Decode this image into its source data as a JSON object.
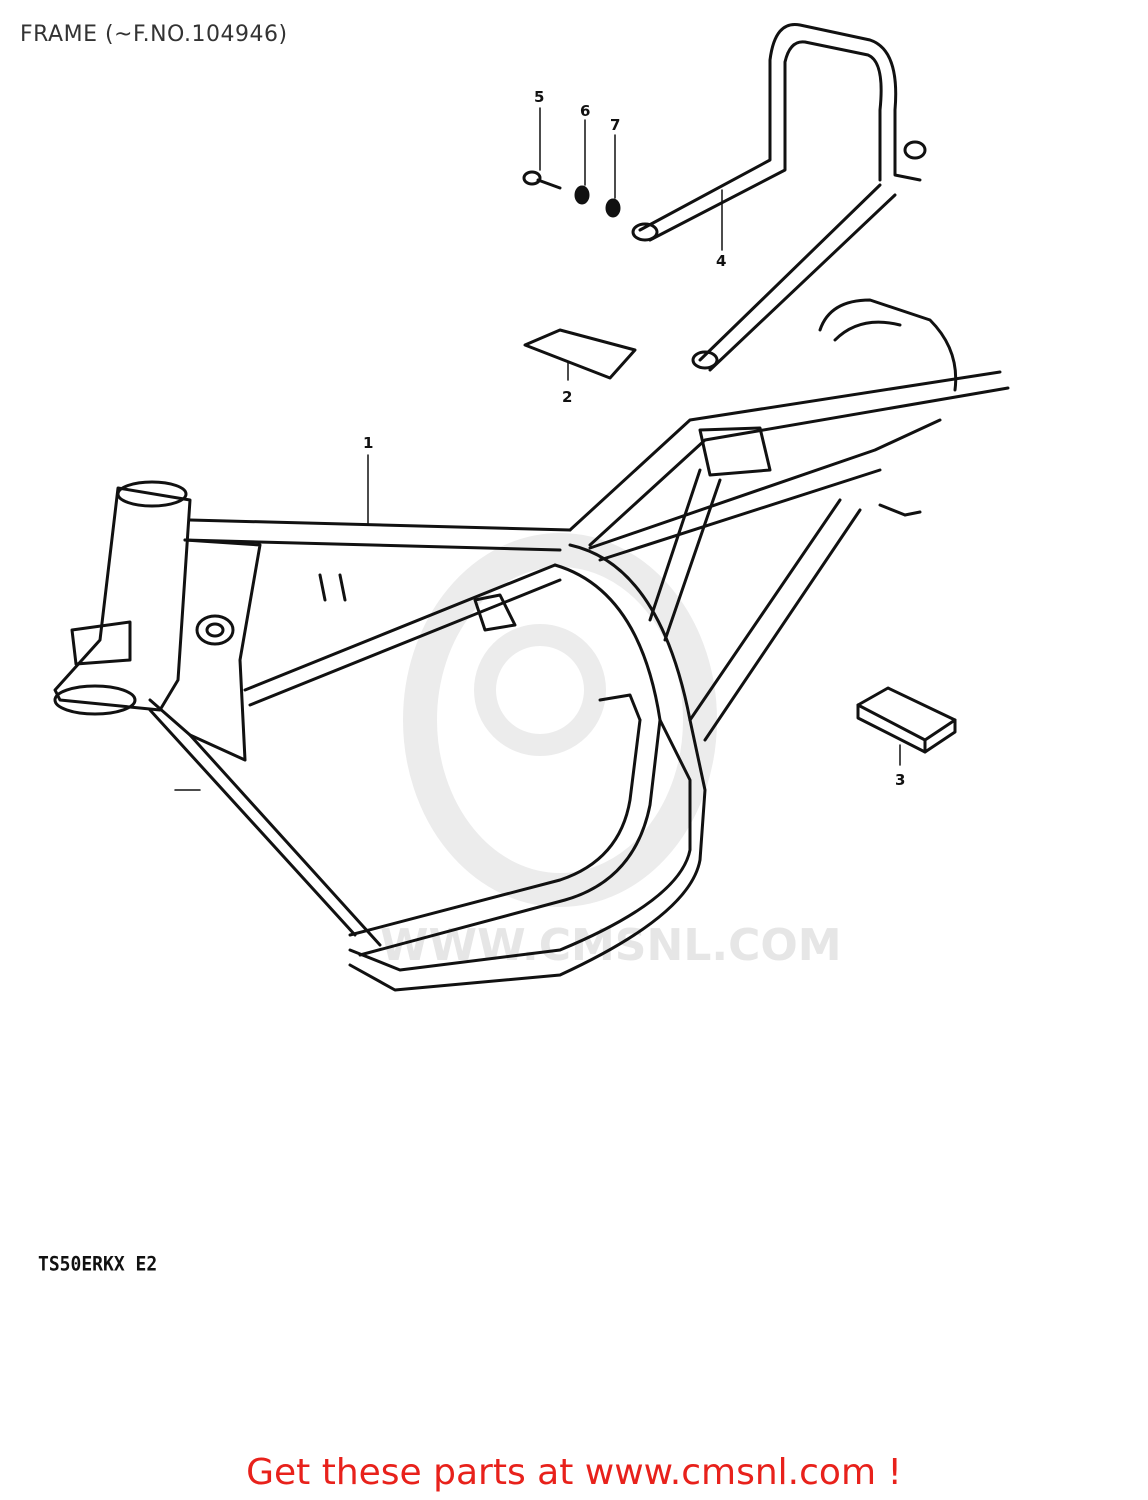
{
  "title": "FRAME (~F.NO.104946)",
  "callouts": {
    "c1": "1",
    "c2": "2",
    "c3": "3",
    "c4": "4",
    "c5": "5",
    "c6": "6",
    "c7": "7"
  },
  "watermark": "WWW.CMSNL.COM",
  "model_code": "TS50ERKX E2",
  "footer": {
    "link_text": "Get these parts at www.cmsnl.com !",
    "color": "#e8211b"
  }
}
